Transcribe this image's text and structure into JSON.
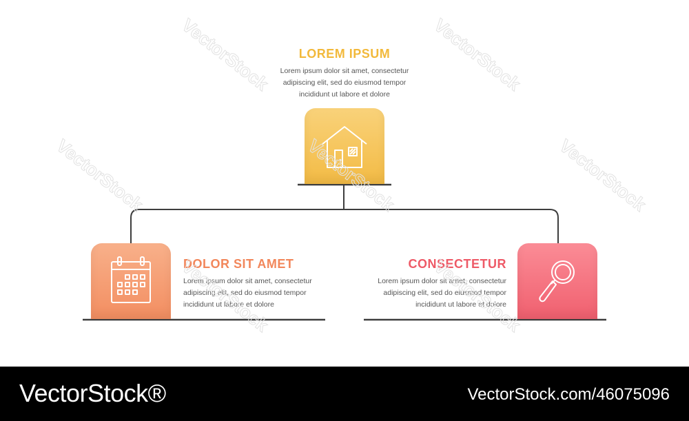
{
  "nodes": {
    "top": {
      "title": "LOREM IPSUM",
      "lines": [
        "Lorem ipsum dolor sit amet, consectetur",
        "adipiscing elit, sed do eiusmod tempor",
        "incididunt ut labore et dolore"
      ],
      "icon": "house-icon",
      "color": "#f4bf4c"
    },
    "left": {
      "title": "DOLOR SIT AMET",
      "lines": [
        "Lorem ipsum dolor sit amet, consectetur",
        "adipiscing elit, sed do eiusmod tempor",
        "incididunt ut labore et dolore"
      ],
      "icon": "calendar-icon",
      "color": "#f38f63"
    },
    "right": {
      "title": "CONSECTETUR",
      "lines": [
        "Lorem ipsum dolor sit amet, consectetur",
        "adipiscing elit, sed do eiusmod tempor",
        "incididunt ut labore et dolore"
      ],
      "icon": "magnifier-icon",
      "color": "#ef6270"
    }
  },
  "watermark": "VectorStock",
  "footer": {
    "brand": "VectorStock®",
    "url": "VectorStock.com/46075096"
  }
}
